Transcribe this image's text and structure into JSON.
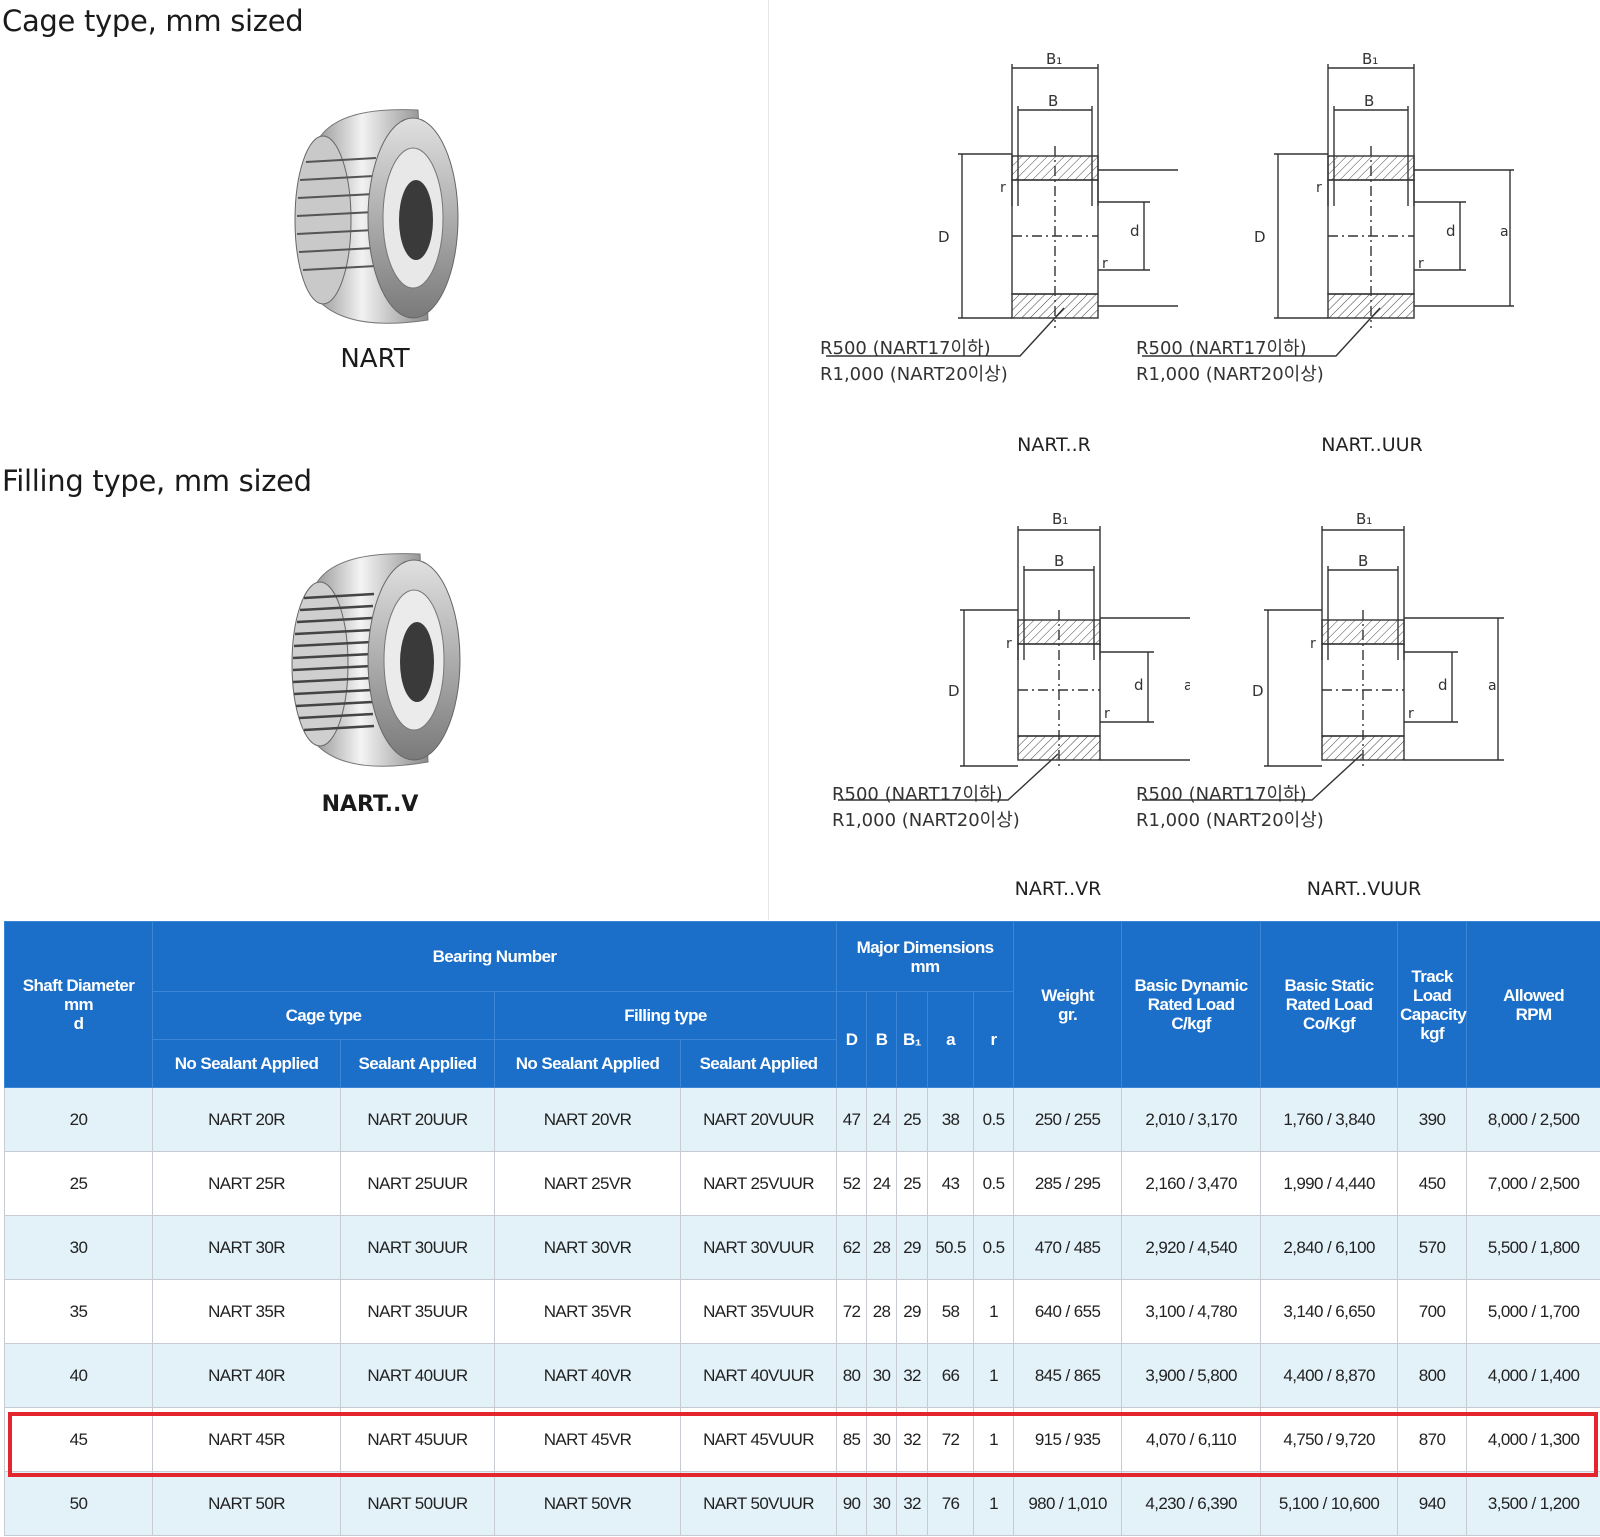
{
  "sections": {
    "cage_title": "Cage type, mm sized",
    "filling_title": "Filling type, mm sized"
  },
  "products": {
    "cage_label": "NART",
    "filling_label": "NART..V"
  },
  "drawings": {
    "dim_labels": {
      "b1": "B₁",
      "b": "B",
      "d_outer": "D",
      "d_inner": "d",
      "a": "a",
      "r": "r"
    },
    "note_line1": "R500 (NART17이하)",
    "note_line2": "R1,000 (NART20이상)",
    "captions": [
      "NART..R",
      "NART..UUR",
      "NART..VR",
      "NART..VUUR"
    ]
  },
  "table": {
    "headers": {
      "shaft_line1": "Shaft Diameter",
      "shaft_line2": "mm",
      "shaft_line3": "d",
      "bearing_number": "Bearing Number",
      "cage_type": "Cage type",
      "filling_type": "Filling type",
      "no_sealant": "No Sealant Applied",
      "sealant": "Sealant Applied",
      "major_line1": "Major Dimensions",
      "major_line2": "mm",
      "dim_D": "D",
      "dim_B": "B",
      "dim_B1": "B₁",
      "dim_a": "a",
      "dim_r": "r",
      "weight_line1": "Weight",
      "weight_line2": "gr.",
      "dyn_line1": "Basic Dynamic",
      "dyn_line2": "Rated Load",
      "dyn_line3": "C/kgf",
      "stat_line1": "Basic Static",
      "stat_line2": "Rated Load",
      "stat_line3": "Co/Kgf",
      "track_line1": "Track",
      "track_line2": "Load",
      "track_line3": "Capacity",
      "track_line4": "kgf",
      "rpm_line1": "Allowed",
      "rpm_line2": "RPM"
    },
    "rows": [
      [
        "20",
        "NART 20R",
        "NART 20UUR",
        "NART 20VR",
        "NART 20VUUR",
        "47",
        "24",
        "25",
        "38",
        "0.5",
        "250 / 255",
        "2,010 / 3,170",
        "1,760 / 3,840",
        "390",
        "8,000 / 2,500"
      ],
      [
        "25",
        "NART 25R",
        "NART 25UUR",
        "NART 25VR",
        "NART 25VUUR",
        "52",
        "24",
        "25",
        "43",
        "0.5",
        "285 / 295",
        "2,160 / 3,470",
        "1,990 / 4,440",
        "450",
        "7,000 / 2,500"
      ],
      [
        "30",
        "NART 30R",
        "NART 30UUR",
        "NART 30VR",
        "NART 30VUUR",
        "62",
        "28",
        "29",
        "50.5",
        "0.5",
        "470 / 485",
        "2,920 / 4,540",
        "2,840 / 6,100",
        "570",
        "5,500 / 1,800"
      ],
      [
        "35",
        "NART 35R",
        "NART 35UUR",
        "NART 35VR",
        "NART 35VUUR",
        "72",
        "28",
        "29",
        "58",
        "1",
        "640 / 655",
        "3,100 / 4,780",
        "3,140 / 6,650",
        "700",
        "5,000 / 1,700"
      ],
      [
        "40",
        "NART 40R",
        "NART 40UUR",
        "NART 40VR",
        "NART 40VUUR",
        "80",
        "30",
        "32",
        "66",
        "1",
        "845 / 865",
        "3,900 / 5,800",
        "4,400 / 8,870",
        "800",
        "4,000 / 1,400"
      ],
      [
        "45",
        "NART 45R",
        "NART 45UUR",
        "NART 45VR",
        "NART 45VUUR",
        "85",
        "30",
        "32",
        "72",
        "1",
        "915 / 935",
        "4,070 / 6,110",
        "4,750 / 9,720",
        "870",
        "4,000 / 1,300"
      ],
      [
        "50",
        "NART 50R",
        "NART 50UUR",
        "NART 50VR",
        "NART 50VUUR",
        "90",
        "30",
        "32",
        "76",
        "1",
        "980 / 1,010",
        "4,230 / 6,390",
        "5,100 / 10,600",
        "940",
        "3,500 / 1,200"
      ]
    ],
    "highlight_color": "#e3262d",
    "header_color": "#1b6fc9",
    "stripe_color": "#e3f1f9"
  }
}
